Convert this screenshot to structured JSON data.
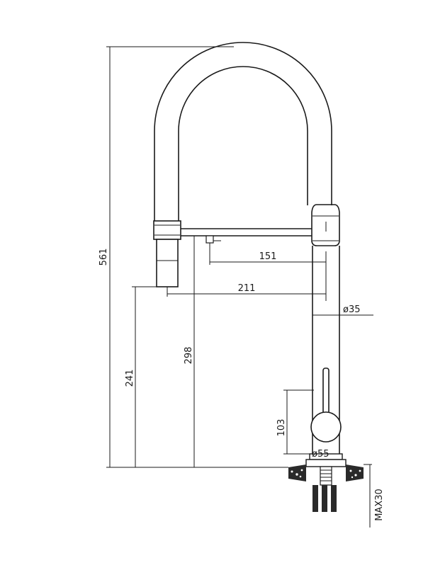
{
  "dimensions": {
    "total_height": "561",
    "outlet_height": "241",
    "pullout_height": "298",
    "reach_spray": "211",
    "reach_pivot": "151",
    "body_diameter": "ø35",
    "base_diameter": "ø55",
    "handle_height": "103",
    "max_counter_thickness": "MAX30"
  }
}
